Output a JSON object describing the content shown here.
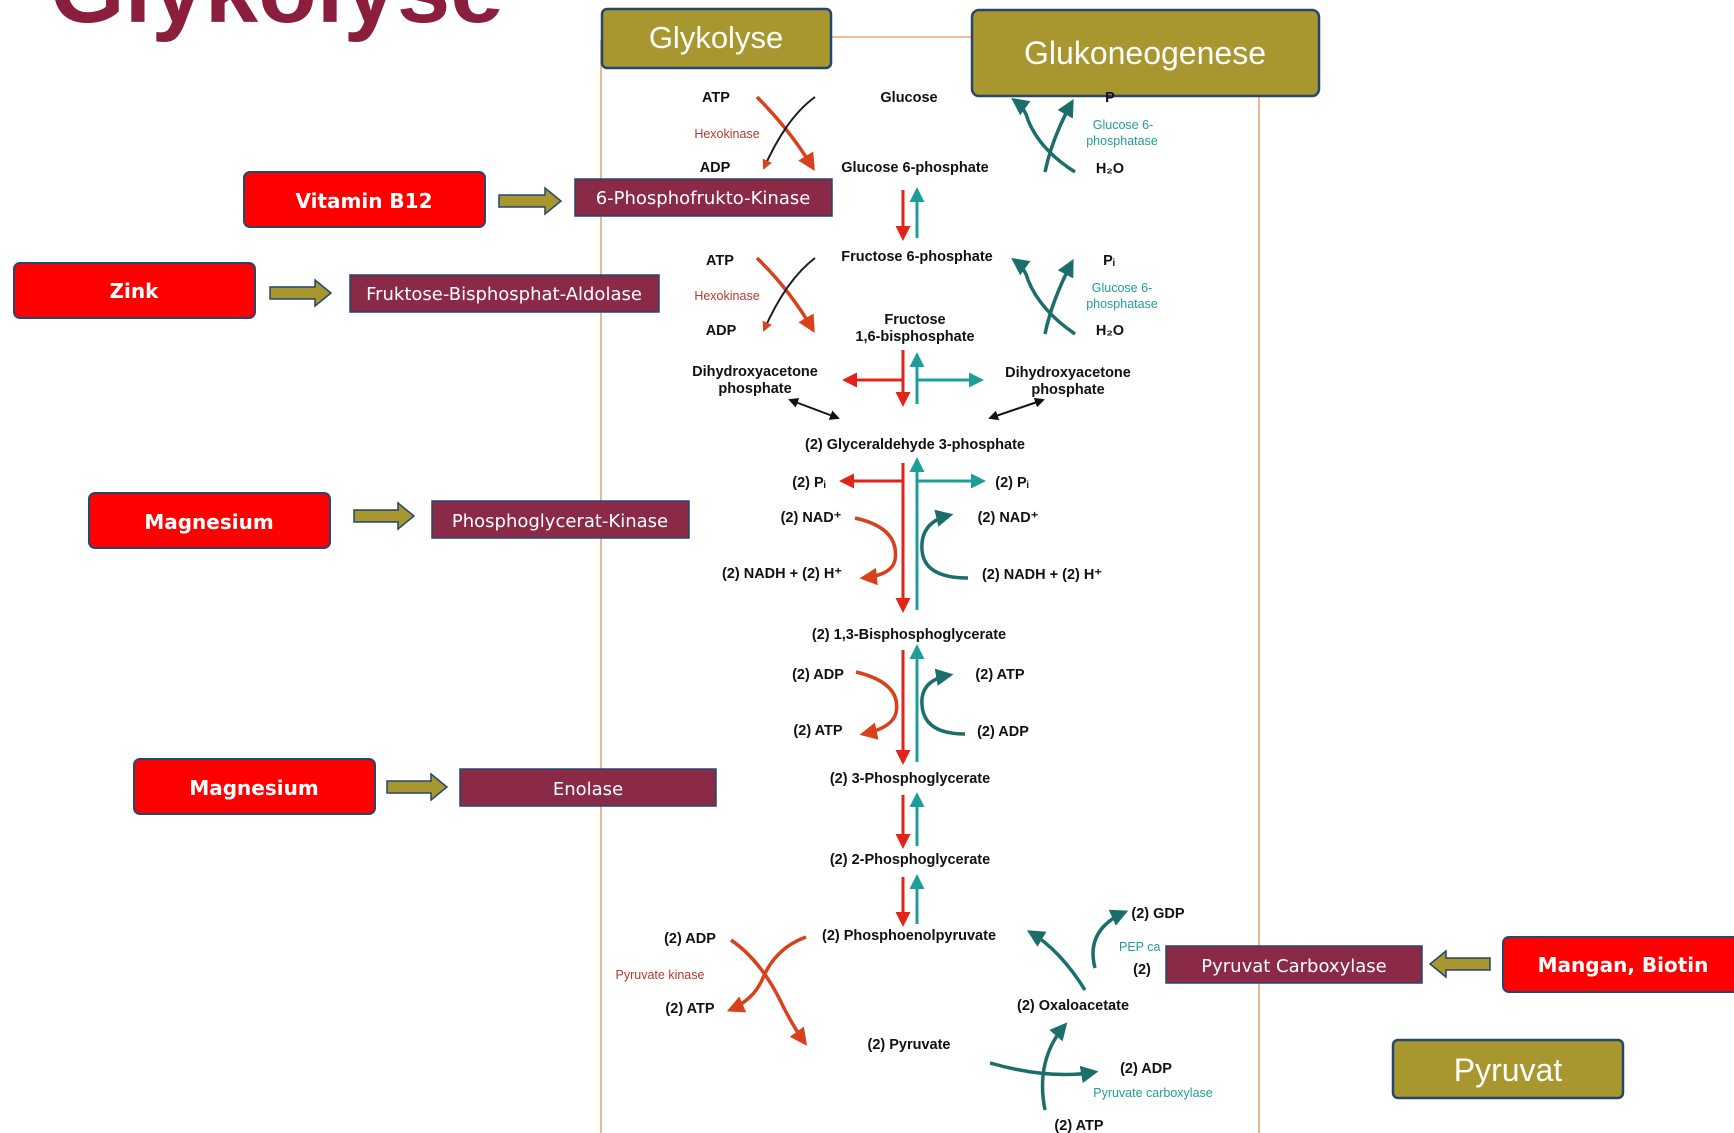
{
  "slide_title": "Glykolyse",
  "headers": {
    "glycolysis": "Glykolyse",
    "gluconeogenesis": "Glukoneogenese",
    "pyruvate": "Pyruvat"
  },
  "cofactors": [
    {
      "label": "Vitamin B12",
      "enzyme": "6-Phosphofrukto-Kinase"
    },
    {
      "label": "Zink",
      "enzyme": "Fruktose-Bisphosphat-Aldolase"
    },
    {
      "label": "Magnesium",
      "enzyme": "Phosphoglycerat-Kinase"
    },
    {
      "label": "Magnesium",
      "enzyme": "Enolase"
    },
    {
      "label": "Mangan, Biotin",
      "enzyme": "Pyruvat Carboxylase"
    }
  ],
  "metabolites": {
    "glucose": "Glucose",
    "g6p": "Glucose 6-phosphate",
    "f6p": "Fructose 6-phosphate",
    "fbp1": "Fructose",
    "fbp2": "1,6-bisphosphate",
    "dhap1": "Dihydroxyacetone",
    "dhap2": "phosphate",
    "g3p": "(2) Glyceraldehyde 3-phosphate",
    "bpg": "(2) 1,3-Bisphosphoglycerate",
    "pg3": "(2) 3-Phosphoglycerate",
    "pg2": "(2) 2-Phosphoglycerate",
    "pep": "(2) Phosphoenolpyruvate",
    "oaa": "(2) Oxaloacetate",
    "pyr": "(2) Pyruvate"
  },
  "side_labels": {
    "atp": "ATP",
    "adp": "ADP",
    "pi_step1": "P",
    "h2o": "H₂O",
    "pi_f6p": "Pᵢ",
    "g3p_pi": "(2) Pᵢ",
    "nad": "(2)  NAD⁺",
    "nadh": "(2)  NADH + (2) H⁺",
    "adp2": "(2)  ADP",
    "atp2": "(2)  ATP",
    "pk_adp": "(2)  ADP",
    "pk_atp": "(2) ATP",
    "gdp": "(2)  GDP",
    "pepck_partial": "PEP ca",
    "gtp_partial_num": "(2)",
    "pc_adp": "(2)  ADP",
    "pc_atp": "(2) ATP"
  },
  "enzymes": {
    "hexokinase": "Hexokinase",
    "g6pase_1": "Glucose 6-",
    "g6pase_2": "phosphatase",
    "pyruvate_kinase": "Pyruvate kinase",
    "pyruvate_carboxylase": "Pyruvate carboxylase"
  },
  "colors": {
    "title": "#8b1d3d",
    "olive_fill": "#a8962e",
    "header_border": "#25466f",
    "red_box": "#ff0000",
    "enzyme_box": "#8b2a47",
    "arrow_fill": "#a8962e",
    "glycolysis_arrow": "#e2231a",
    "curve_red": "#d9401c",
    "gluconeo_arrow": "#1e9e98",
    "curve_teal": "#1c6e6b",
    "enzyme_red_text": "#b5392f",
    "enzyme_teal_text": "#1e9e98",
    "pathway_line": "#e8a679"
  }
}
